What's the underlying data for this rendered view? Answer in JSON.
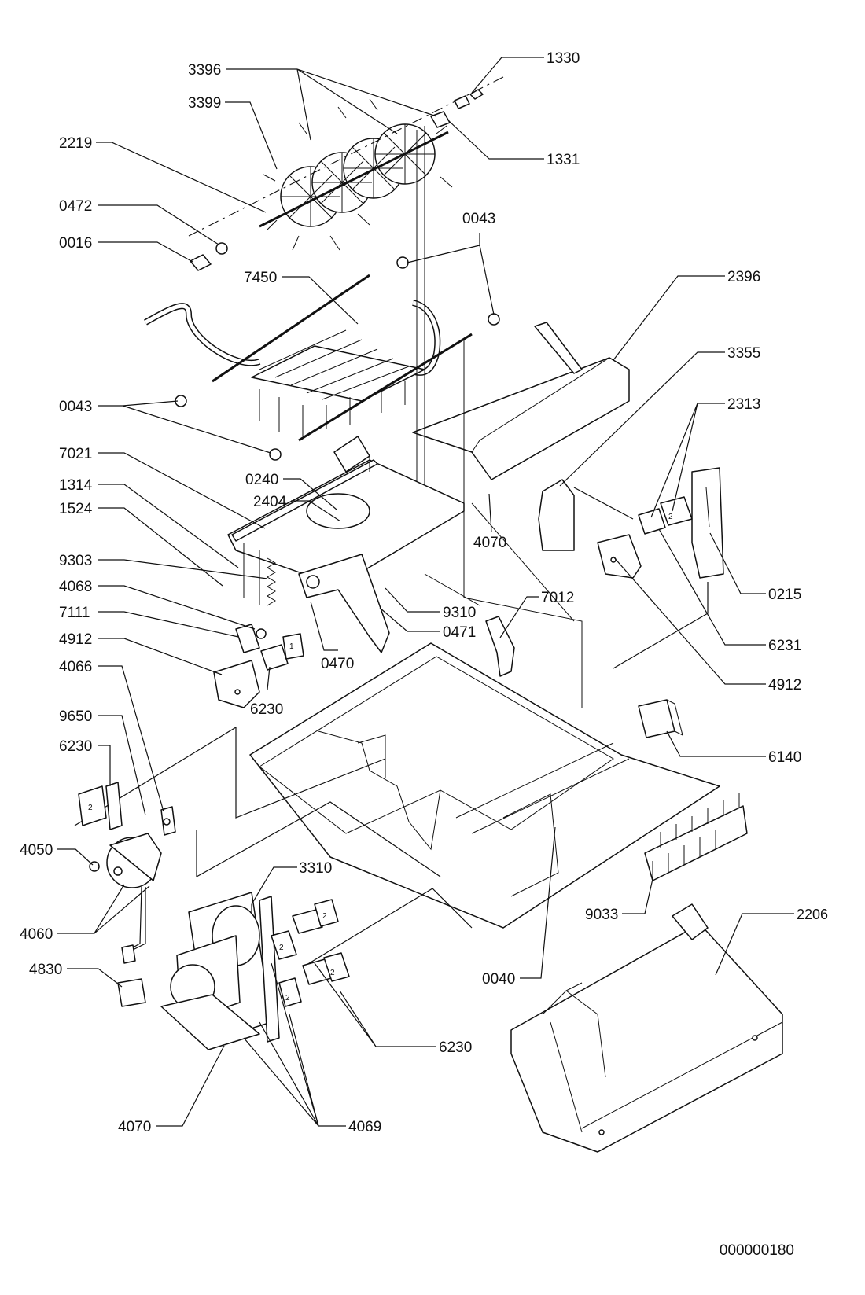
{
  "drawing_number": "000000180",
  "callouts": [
    {
      "id": "3396",
      "text": "3396"
    },
    {
      "id": "1330",
      "text": "1330"
    },
    {
      "id": "3399",
      "text": "3399"
    },
    {
      "id": "1331",
      "text": "1331"
    },
    {
      "id": "2219",
      "text": "2219"
    },
    {
      "id": "0472",
      "text": "0472"
    },
    {
      "id": "0043a",
      "text": "0043"
    },
    {
      "id": "0016",
      "text": "0016"
    },
    {
      "id": "7450",
      "text": "7450"
    },
    {
      "id": "2396",
      "text": "2396"
    },
    {
      "id": "3355",
      "text": "3355"
    },
    {
      "id": "0043b",
      "text": "0043"
    },
    {
      "id": "2313",
      "text": "2313"
    },
    {
      "id": "7021",
      "text": "7021"
    },
    {
      "id": "0240",
      "text": "0240"
    },
    {
      "id": "1314",
      "text": "1314"
    },
    {
      "id": "2404",
      "text": "2404"
    },
    {
      "id": "1524",
      "text": "1524"
    },
    {
      "id": "4070a",
      "text": "4070"
    },
    {
      "id": "9303",
      "text": "9303"
    },
    {
      "id": "0215",
      "text": "0215"
    },
    {
      "id": "4068",
      "text": "4068"
    },
    {
      "id": "9310",
      "text": "9310"
    },
    {
      "id": "7012",
      "text": "7012"
    },
    {
      "id": "7111",
      "text": "7111"
    },
    {
      "id": "0471",
      "text": "0471"
    },
    {
      "id": "4912a",
      "text": "4912"
    },
    {
      "id": "6231",
      "text": "6231"
    },
    {
      "id": "4066",
      "text": "4066"
    },
    {
      "id": "0470",
      "text": "0470"
    },
    {
      "id": "4912b",
      "text": "4912"
    },
    {
      "id": "6230a",
      "text": "6230"
    },
    {
      "id": "9650",
      "text": "9650"
    },
    {
      "id": "6140",
      "text": "6140"
    },
    {
      "id": "6230b",
      "text": "6230"
    },
    {
      "id": "4050",
      "text": "4050"
    },
    {
      "id": "3310",
      "text": "3310"
    },
    {
      "id": "9033",
      "text": "9033"
    },
    {
      "id": "2206",
      "text": "2206"
    },
    {
      "id": "4060",
      "text": "4060"
    },
    {
      "id": "4830",
      "text": "4830"
    },
    {
      "id": "0040",
      "text": "0040"
    },
    {
      "id": "6230c",
      "text": "6230"
    },
    {
      "id": "4070b",
      "text": "4070"
    },
    {
      "id": "4069",
      "text": "4069"
    }
  ]
}
